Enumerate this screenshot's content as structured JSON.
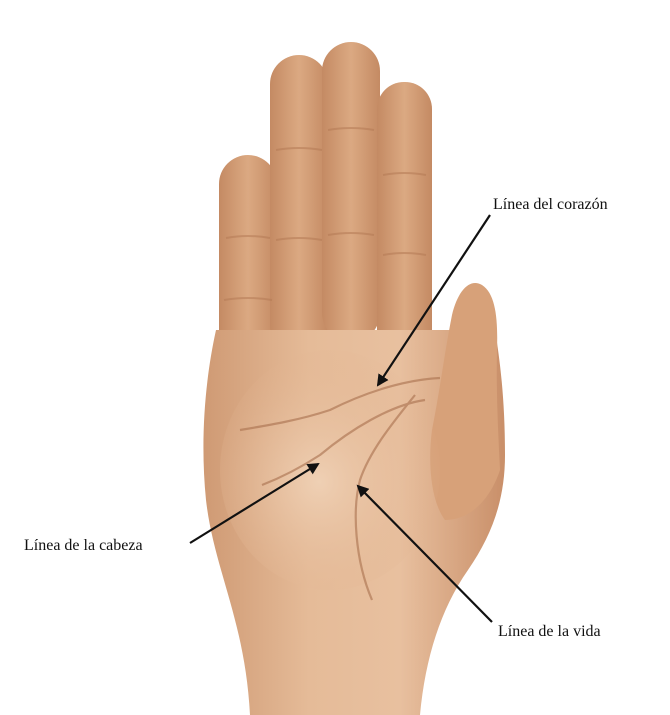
{
  "callouts": {
    "heart_line": "Línea del corazón",
    "head_line": "Línea de la cabeza",
    "life_line": "Línea de la vida"
  },
  "colors": {
    "skin_light": "#e9c3a2",
    "skin_mid": "#d9a781",
    "skin_dark": "#b9835f",
    "crease": "#a86f4d",
    "arrow": "#111111",
    "background": "#ffffff"
  }
}
